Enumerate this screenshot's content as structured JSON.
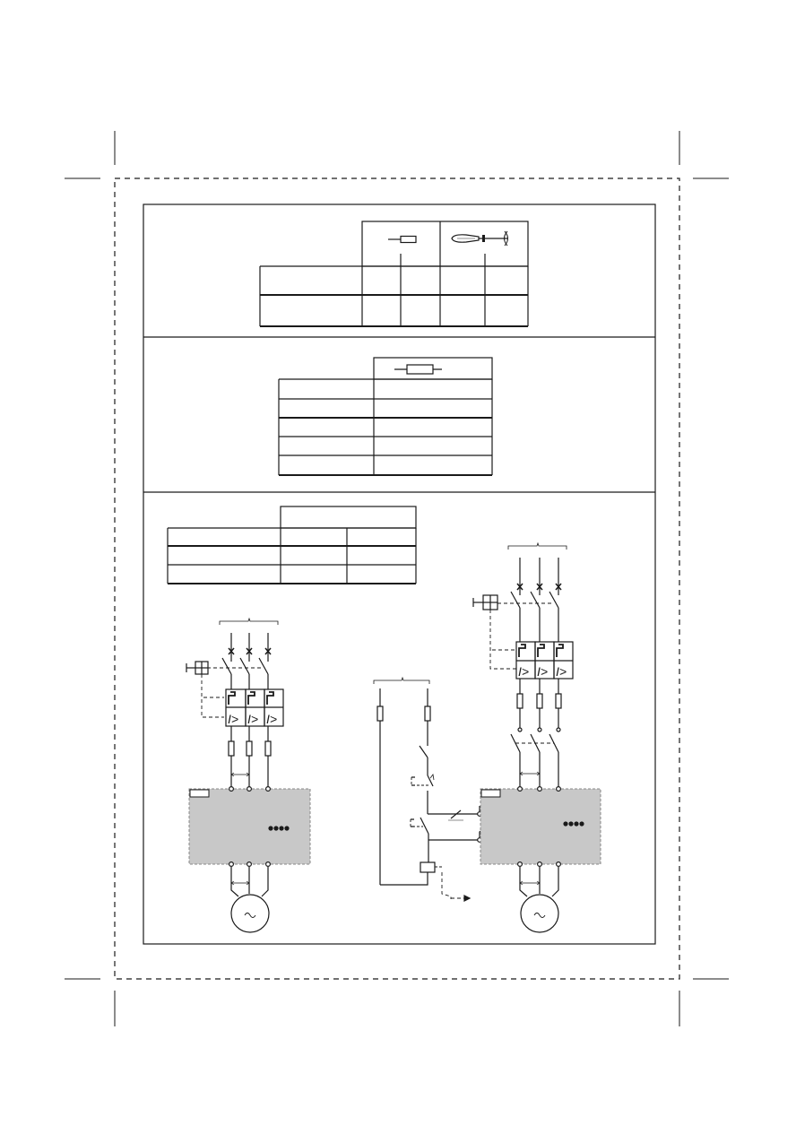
{
  "page": {
    "background": "#ffffff",
    "line_color": "#1a1a1a",
    "drive_fill": "#c8c8c8"
  },
  "panels": [
    {
      "id": "tightening",
      "header_icons": [
        "wire-ferrule-icon",
        "screwdriver-icon"
      ],
      "rows": 2
    },
    {
      "id": "fuse-table",
      "header_icons": [
        "fuse-icon"
      ],
      "rows": 5
    },
    {
      "id": "wiring",
      "table_rows": 2,
      "table_columns": 2,
      "diagrams": [
        {
          "id": "left-circuit",
          "icons": [
            "circuit-breaker-icon",
            "fuse-icon",
            "drive-unit-icon",
            "motor-icon"
          ]
        },
        {
          "id": "control-circuit",
          "icons": [
            "fuse-icon",
            "stop-pushbutton-icon",
            "start-pushbutton-icon",
            "contactor-coil-icon"
          ]
        },
        {
          "id": "right-circuit",
          "icons": [
            "circuit-breaker-icon",
            "contactor-icon",
            "drive-unit-icon",
            "motor-icon"
          ]
        }
      ]
    }
  ]
}
